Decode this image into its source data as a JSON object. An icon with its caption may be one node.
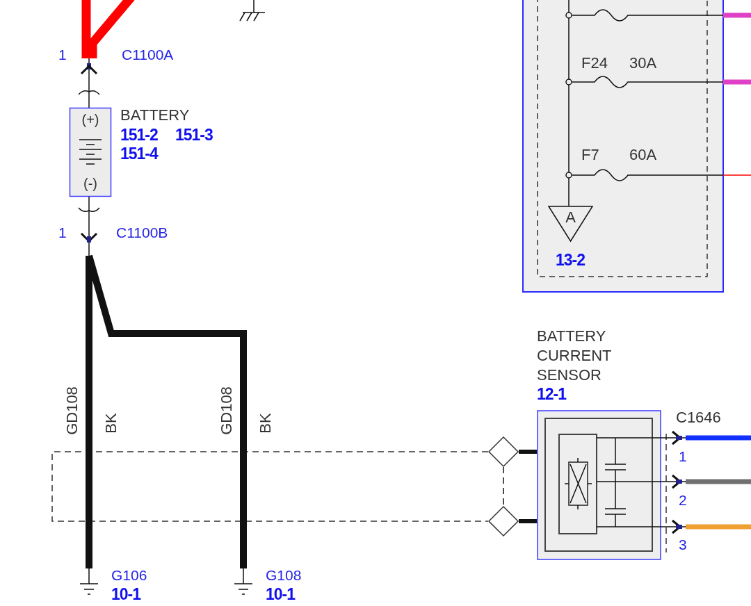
{
  "diagram": {
    "nodes": [
      {
        "text": [],
        "shape": "connector",
        "beside": [
          "1",
          "C1100A"
        ]
      },
      {
        "text": [
          "(+)",
          "(-)"
        ],
        "beside": [
          "BATTERY",
          "151-2",
          "151-3",
          "151-4"
        ]
      },
      {
        "text": [],
        "shape": "connector",
        "beside": [
          "1",
          "C1100B"
        ]
      },
      {
        "text": [
          "13-2"
        ]
      },
      {
        "text": [],
        "shape": "fuse",
        "in": 3
      },
      {
        "text": [
          "F24",
          "30A"
        ],
        "in": 3
      },
      {
        "text": [
          "F7",
          "60A"
        ],
        "in": 3
      },
      {
        "text": [],
        "shape": "bar",
        "in": 3
      },
      {
        "text": [
          "A"
        ],
        "in": 3
      },
      {
        "text": [
          "BATTERY CURRENT SENSOR",
          "12-1"
        ]
      },
      {
        "text": [],
        "shape": "diamond"
      },
      {
        "text": [],
        "shape": "diamond"
      },
      {
        "text": [],
        "shape": "connector",
        "beside": [
          "1"
        ]
      },
      {
        "text": [],
        "shape": "connector",
        "beside": [
          "2"
        ]
      },
      {
        "text": [],
        "shape": "connector",
        "beside": [
          "3"
        ]
      },
      {
        "text": [],
        "shape": "ground",
        "beside": [
          "G106",
          "10-1"
        ]
      },
      {
        "text": [],
        "shape": "ground",
        "beside": [
          "G108",
          "10-1"
        ]
      }
    ],
    "edges": [
      {
        "from": null,
        "to": 0,
        "arrow": "none",
        "style": "thick",
        "color": "#ff0000"
      },
      {
        "from": null,
        "to": 0,
        "arrow": "none",
        "style": "thick",
        "color": "#ff0000"
      },
      {
        "from": 0,
        "to": 1,
        "arrow": "none"
      },
      {
        "from": 1,
        "to": 2,
        "arrow": "none"
      },
      {
        "from": 2,
        "to": 15,
        "arrow": "none",
        "style": "thick"
      },
      {
        "from": 2,
        "to": 16,
        "arrow": "none",
        "style": "thick"
      },
      {
        "from": 4,
        "to": 7,
        "arrow": "none"
      },
      {
        "from": 5,
        "to": 7,
        "arrow": "none"
      },
      {
        "from": 6,
        "to": 7,
        "arrow": "none"
      },
      {
        "from": 7,
        "to": 8,
        "arrow": "none"
      },
      {
        "from": 4,
        "to": null,
        "arrow": "none",
        "style": "thick",
        "color": "#e040c8"
      },
      {
        "from": 5,
        "to": null,
        "arrow": "none",
        "style": "thick",
        "color": "#e040c8"
      },
      {
        "from": 6,
        "to": null,
        "arrow": "none",
        "color": "#ff0000"
      },
      {
        "from": 10,
        "to": 9,
        "arrow": "none",
        "style": "thick"
      },
      {
        "from": 11,
        "to": 9,
        "arrow": "none",
        "style": "thick"
      },
      {
        "from": 10,
        "to": 11,
        "arrow": "none",
        "style": "dashed"
      },
      {
        "from": 9,
        "to": 12,
        "arrow": "none"
      },
      {
        "from": 9,
        "to": 13,
        "arrow": "none"
      },
      {
        "from": 9,
        "to": 14,
        "arrow": "none"
      },
      {
        "from": 12,
        "to": null,
        "arrow": "none",
        "style": "thick",
        "color": "#1030ff"
      },
      {
        "from": 13,
        "to": null,
        "arrow": "none",
        "style": "thick",
        "color": "#707070"
      },
      {
        "from": 14,
        "to": null,
        "arrow": "none",
        "style": "thick",
        "color": "#f0a030"
      }
    ],
    "labels": [
      "GD108",
      "BK",
      "GD108",
      "BK",
      "C1646"
    ]
  }
}
